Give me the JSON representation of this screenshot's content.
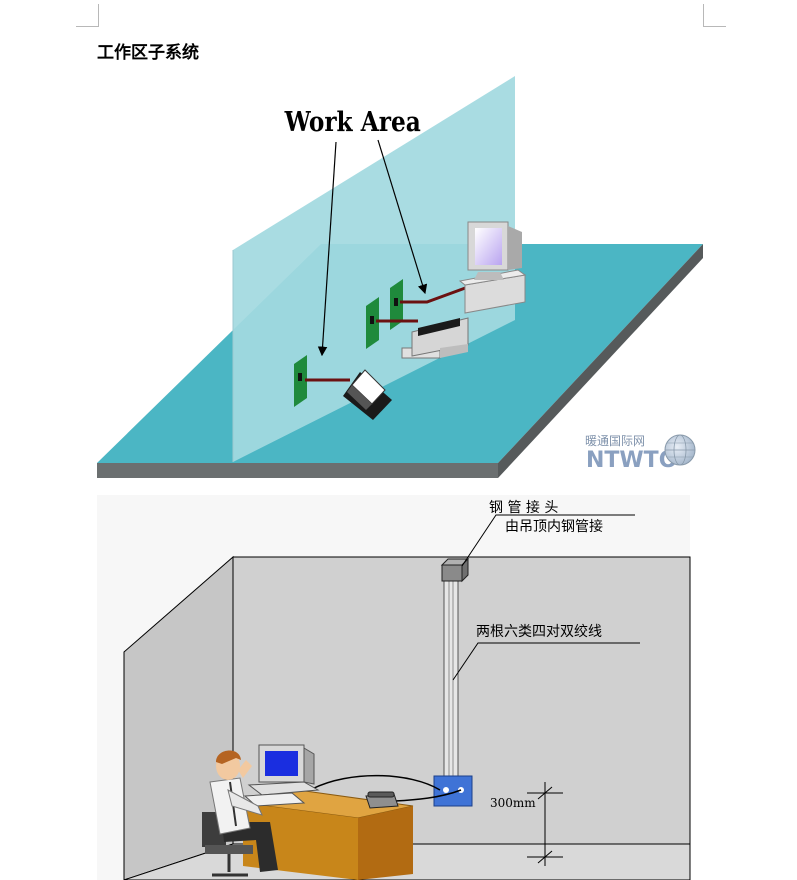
{
  "page": {
    "title": "工作区子系统"
  },
  "figure_top": {
    "heading": "Work Area",
    "watermark_cn": "暖通国际网",
    "watermark_en": "NTWTO"
  },
  "figure_bottom": {
    "label_connector": "钢 管 接 头",
    "label_ceiling": "由吊顶内钢管接",
    "label_cable": "两根六类四对双绞线",
    "label_height": "300mm"
  },
  "colors": {
    "floor_top": "#4bb6c4",
    "floor_front": "#6b6f70",
    "glass_panel": "#a3d9e0",
    "outlet_green": "#1f8a3c",
    "room_wall": "#cfcfcf",
    "desk": "#c8861a",
    "junction_box": "#3f73d6",
    "cable": "#6b1111"
  }
}
